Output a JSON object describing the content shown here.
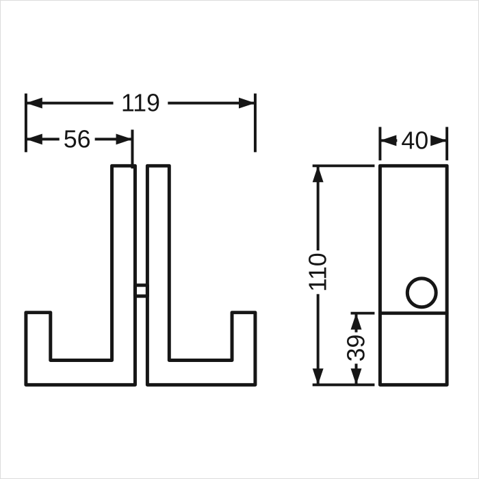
{
  "drawing": {
    "front": {
      "total_width": "119",
      "partial_width": "56"
    },
    "side": {
      "depth": "40",
      "total_height": "110",
      "lower_height": "39"
    }
  },
  "colors": {
    "line": "#161616",
    "background": "#ffffff"
  }
}
